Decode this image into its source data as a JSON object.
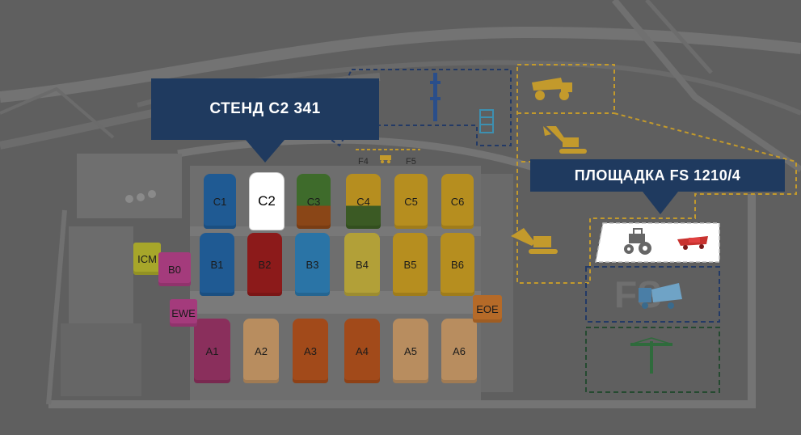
{
  "colors": {
    "background": "#5f5f5f",
    "callout_bg": "#1f3a5f",
    "callout_text": "#ffffff",
    "dash_navy": "#233a66",
    "dash_gold": "#c39a2c",
    "dash_green": "#254a30",
    "highlight": "#ffffff"
  },
  "callouts": {
    "stand": "СТЕНД C2 341",
    "site": "ПЛОЩАДКА FS 1210/4"
  },
  "halls": {
    "c1": {
      "label": "C1",
      "color": "#1f5a93"
    },
    "c2": {
      "label": "C2",
      "color": "#ffffff",
      "selected": true
    },
    "c3": {
      "label": "C3",
      "color": "#3e6b2b",
      "color2": "#8a4617"
    },
    "c4": {
      "label": "C4",
      "color": "#b68e1f",
      "color2": "#3b5a24"
    },
    "c5": {
      "label": "C5",
      "color": "#b68e1f"
    },
    "c6": {
      "label": "C6",
      "color": "#b68e1f"
    },
    "b1": {
      "label": "B1",
      "color": "#1f5a93"
    },
    "b2": {
      "label": "B2",
      "color": "#8c1a1a"
    },
    "b3": {
      "label": "B3",
      "color": "#2a74a6"
    },
    "b4": {
      "label": "B4",
      "color": "#b2a038"
    },
    "b5": {
      "label": "B5",
      "color": "#b68e1f"
    },
    "b6": {
      "label": "B6",
      "color": "#b68e1f"
    },
    "a1": {
      "label": "A1",
      "color": "#8a2f5c"
    },
    "a2": {
      "label": "A2",
      "color": "#b88d5f"
    },
    "a3": {
      "label": "A3",
      "color": "#a24a1a"
    },
    "a4": {
      "label": "A4",
      "color": "#a24a1a"
    },
    "a5": {
      "label": "A5",
      "color": "#b88d5f"
    },
    "a6": {
      "label": "A6",
      "color": "#b88d5f"
    },
    "icm": {
      "label": "ICM",
      "color": "#a7a62a"
    },
    "b0": {
      "label": "B0",
      "color": "#a43b7c"
    },
    "ewe": {
      "label": "EWE",
      "color": "#a43b7c"
    },
    "eoe": {
      "label": "EOE",
      "color": "#b56a28"
    }
  },
  "zones": {
    "f4": "F4",
    "f5": "F5"
  },
  "icons": {
    "tractor": "tractor-icon",
    "harvester": "harvester-icon",
    "excavator": "excavator-icon",
    "dump_truck": "dump-truck-icon",
    "crane": "tower-crane-icon",
    "concrete_truck": "concrete-truck-icon",
    "scaffold": "scaffold-icon",
    "drill_rig": "drill-rig-icon"
  }
}
